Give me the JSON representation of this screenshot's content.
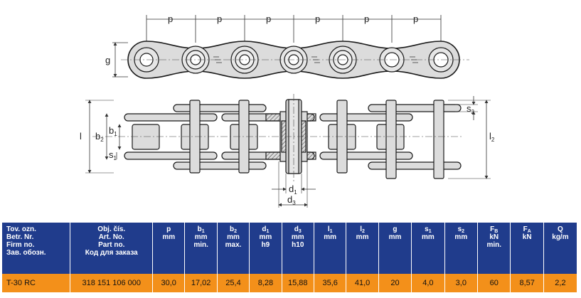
{
  "drawing": {
    "pitch_label": "p",
    "g_label": "g",
    "l_label": "l",
    "l2_label": "l",
    "l2_sub": "2",
    "b1_label": "b",
    "b1_sub": "1",
    "b2_label": "b",
    "b2_sub": "2",
    "s1_label": "s",
    "s1_sub": "1",
    "s2_label": "s",
    "s2_sub": "2",
    "d1_label": "d",
    "d1_sub": "1",
    "d3_label": "d",
    "d3_sub": "3",
    "colors": {
      "plate": "#d9d9d9",
      "line": "#1a1a1a",
      "dimension": "#333333"
    }
  },
  "table": {
    "headers": [
      {
        "lines": [
          "Tov. ozn.",
          "Betr. Nr.",
          "Firm no.",
          "Зав. обозн."
        ]
      },
      {
        "lines": [
          "Obj. čís.",
          "Art. No.",
          "Part no.",
          "Код для заказа"
        ]
      },
      {
        "lines": [
          "p",
          "mm"
        ]
      },
      {
        "main": "b",
        "sub": "1",
        "lines": [
          "mm",
          "min."
        ]
      },
      {
        "main": "b",
        "sub": "2",
        "lines": [
          "mm",
          "max."
        ]
      },
      {
        "main": "d",
        "sub": "1",
        "lines": [
          "mm",
          "h9"
        ]
      },
      {
        "main": "d",
        "sub": "3",
        "lines": [
          "mm",
          "h10"
        ]
      },
      {
        "main": "l",
        "sub": "1",
        "lines": [
          "mm"
        ]
      },
      {
        "main": "l",
        "sub": "2",
        "lines": [
          "mm"
        ]
      },
      {
        "lines": [
          "g",
          "mm"
        ]
      },
      {
        "main": "s",
        "sub": "1",
        "lines": [
          "mm"
        ]
      },
      {
        "main": "s",
        "sub": "2",
        "lines": [
          "mm"
        ]
      },
      {
        "main": "F",
        "sub": "B",
        "lines": [
          "kN",
          "min."
        ]
      },
      {
        "main": "F",
        "sub": "A",
        "lines": [
          "kN"
        ]
      },
      {
        "lines": [
          "Q",
          "kg/m"
        ]
      }
    ],
    "rows": [
      [
        "T-30 RC",
        "318 151 106 000",
        "30,0",
        "17,02",
        "25,4",
        "8,28",
        "15,88",
        "35,6",
        "41,0",
        "20",
        "4,0",
        "3,0",
        "60",
        "8,57",
        "2,2"
      ]
    ],
    "colors": {
      "header_bg": "#203c8c",
      "row_bg": "#f3901a"
    }
  }
}
